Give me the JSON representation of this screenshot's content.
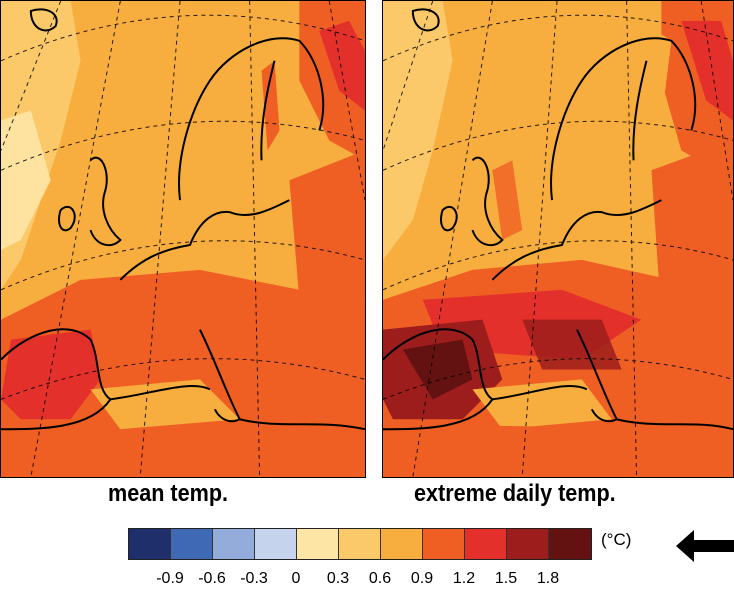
{
  "panels": [
    {
      "id": "mean",
      "label": "mean temp."
    },
    {
      "id": "extreme",
      "label": "extreme daily temp."
    }
  ],
  "legend": {
    "unit": "(°C)",
    "colors": [
      "#1f2f6b",
      "#3f68b5",
      "#93acd9",
      "#c5d4ec",
      "#fde5a5",
      "#fcc96a",
      "#f8ae3f",
      "#ef5f24",
      "#e3302a",
      "#9c1d1c",
      "#631111"
    ],
    "ticks": [
      "-0.9",
      "-0.6",
      "-0.3",
      "0",
      "0.3",
      "0.6",
      "0.9",
      "1.2",
      "1.5",
      "1.8"
    ]
  },
  "icons": {
    "arrow": "left-arrow-icon"
  }
}
